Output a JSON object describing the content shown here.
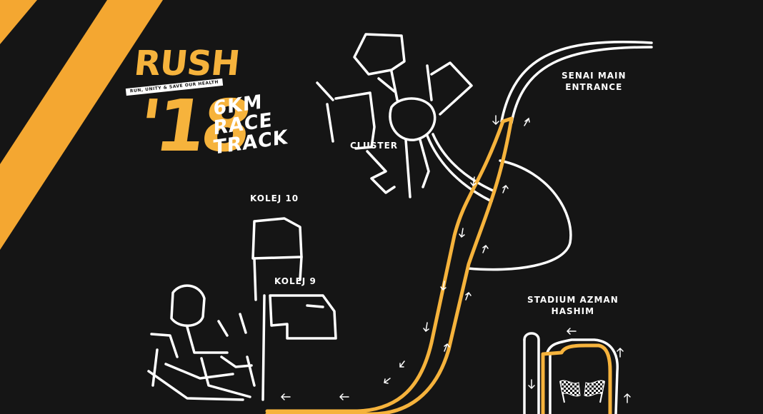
{
  "event": {
    "name": "RUSH",
    "tagline": "RUN, UNITY & SAVE OUR HEALTH",
    "year": "'18",
    "track_title": [
      "6KM",
      "RACE",
      "TRACK"
    ]
  },
  "landmarks": {
    "senai": [
      "SENAI MAIN",
      "ENTRANCE"
    ],
    "cluster": "CLUSTER",
    "kolej10": "KOLEJ 10",
    "kolej9": "KOLEJ 9",
    "stadium": [
      "STADIUM AZMAN",
      "HASHIM"
    ]
  },
  "colors": {
    "background": "#151515",
    "road_stripe": "#f4a731",
    "route": "#f6b33c",
    "roads": "#ffffff"
  },
  "icons": [
    "checkered-flag-icon",
    "direction-arrow-icon"
  ]
}
